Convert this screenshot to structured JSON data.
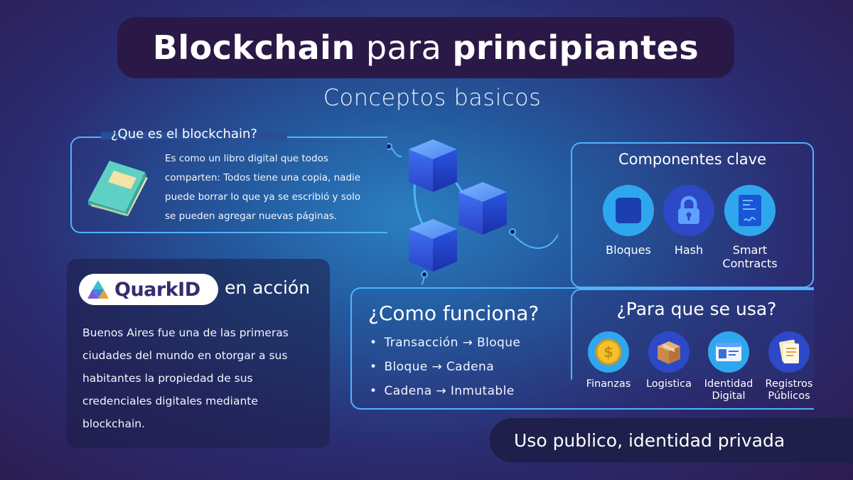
{
  "title": {
    "bold1": "Blockchain",
    "light": "para",
    "bold2": "principiantes"
  },
  "subtitle": "Conceptos basicos",
  "que_es": {
    "title": "¿Que es el blockchain?",
    "lines": [
      "Es como un libro digital que todos",
      "comparten: Todos tiene una copia, nadie",
      "puede borrar lo que ya se escribió y solo",
      "se pueden agregar nuevas páginas."
    ],
    "icon": "book-icon"
  },
  "componentes": {
    "title": "Componentes clave",
    "items": [
      {
        "label": "Bloques",
        "icon": "block-icon"
      },
      {
        "label": "Hash",
        "icon": "lock-icon"
      },
      {
        "label": "Smart Contracts",
        "label_line1": "Smart",
        "label_line2": "Contracts",
        "icon": "contract-icon"
      }
    ]
  },
  "quark": {
    "logo_text": "QuarkID",
    "action": "en acción",
    "lines": [
      "Buenos Aires fue una de las primeras",
      "ciudades del mundo en otorgar a sus",
      "habitantes la propiedad de sus",
      "credenciales digitales mediante",
      "blockchain."
    ]
  },
  "como_funciona": {
    "title": "¿Como funciona?",
    "items": [
      "Transacción → Bloque",
      "Bloque → Cadena",
      "Cadena → Inmutable"
    ]
  },
  "para_que": {
    "title": "¿Para que se usa?",
    "items": [
      {
        "line1": "Finanzas",
        "line2": "",
        "icon": "coin-icon"
      },
      {
        "line1": "Logistica",
        "line2": "",
        "icon": "box-icon"
      },
      {
        "line1": "Identidad",
        "line2": "Digital",
        "icon": "id-card-icon"
      },
      {
        "line1": "Registros",
        "line2": "Públicos",
        "icon": "documents-icon"
      }
    ]
  },
  "bottom_banner": "Uso publico, identidad privada",
  "colors": {
    "accent_line": "#4fb3ff",
    "banner_bg": "#2a1846",
    "icon_circle": "#2f9fe8"
  }
}
